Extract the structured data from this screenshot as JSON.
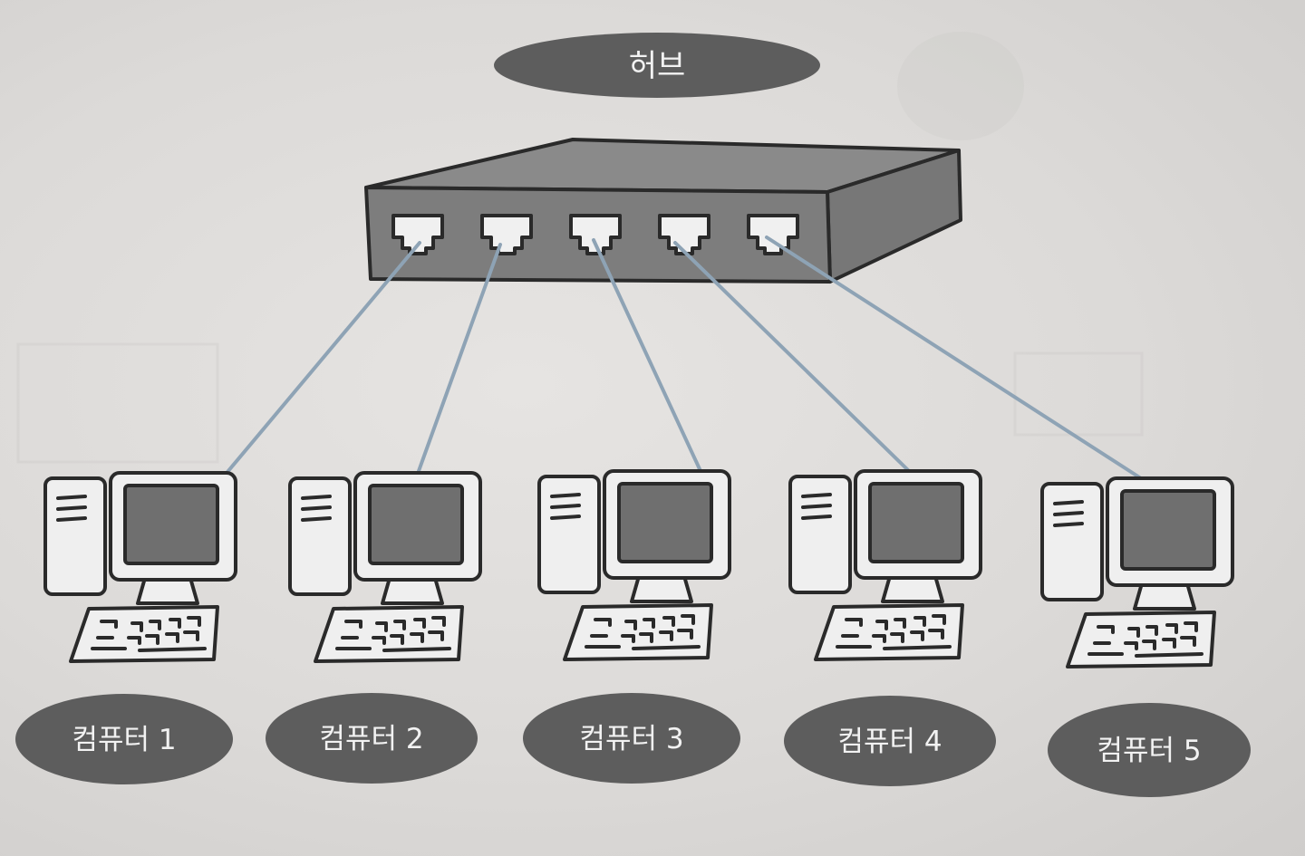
{
  "hub": {
    "label": "허브",
    "ports": 5
  },
  "computers": [
    {
      "label": "컴퓨터 1"
    },
    {
      "label": "컴퓨터 2"
    },
    {
      "label": "컴퓨터 3"
    },
    {
      "label": "컴퓨터 4"
    },
    {
      "label": "컴퓨터 5"
    }
  ],
  "colors": {
    "label_fill": "#5d5d5d",
    "label_text": "#f2f2f2",
    "hub_body": "#7a7a7a",
    "hub_top": "#8a8a8a",
    "cable": "#8ea3b5",
    "screen": "#6f6f6f",
    "outline": "#2a2a2a",
    "device_white": "#efefef"
  }
}
